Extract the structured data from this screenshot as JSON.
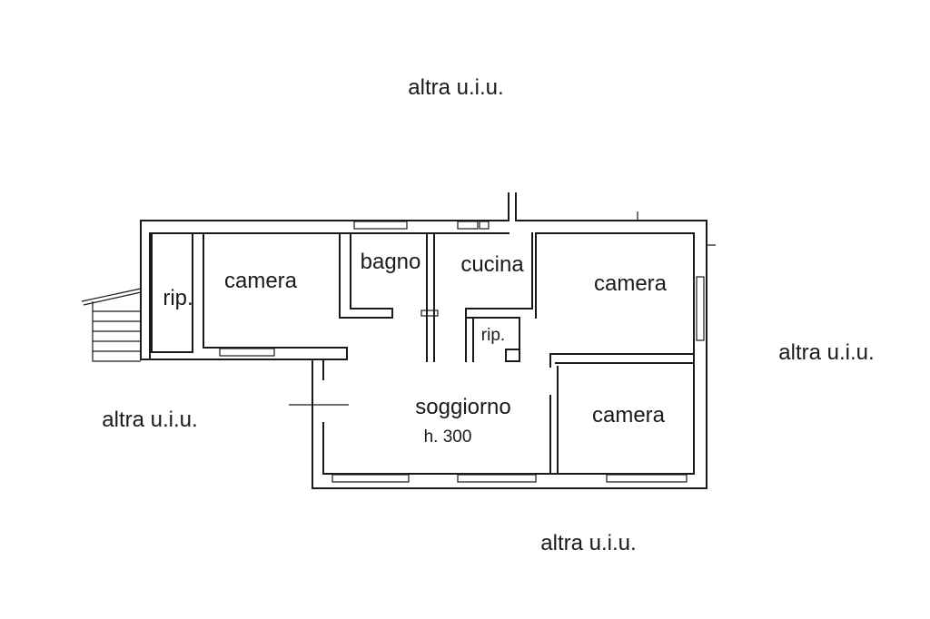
{
  "labels": {
    "other_unit_top": "altra u.i.u.",
    "other_unit_right": "altra u.i.u.",
    "other_unit_left": "altra u.i.u.",
    "other_unit_bottom": "altra u.i.u."
  },
  "rooms": {
    "storage_left": "rip.",
    "bedroom_left": "camera",
    "bathroom": "bagno",
    "kitchen": "cucina",
    "storage_center": "rip.",
    "bedroom_right_top": "camera",
    "living_room": "soggiorno",
    "living_room_height": "h. 300",
    "bedroom_right_bottom": "camera"
  }
}
